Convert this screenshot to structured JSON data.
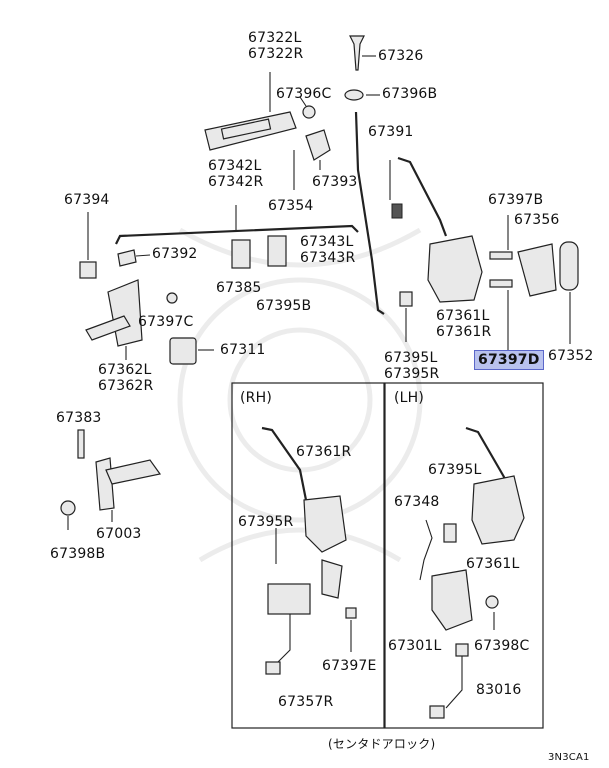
{
  "labels": {
    "p67322": "67322L\n67322R",
    "p67326": "67326",
    "p67396c": "67396C",
    "p67396b": "67396B",
    "p67391": "67391",
    "p67342": "67342L\n67342R",
    "p67393": "67393",
    "p67394": "67394",
    "p67354": "67354",
    "p67397b": "67397B",
    "p67356": "67356",
    "p67392": "67392",
    "p67343": "67343L\n67343R",
    "p67385": "67385",
    "p67395b": "67395B",
    "p67361_top": "67361L\n67361R",
    "p67397c": "67397C",
    "p67397d": "67397D",
    "p67352": "67352",
    "p67311": "67311",
    "p67362": "67362L\n67362R",
    "p67395_lr": "67395L\n67395R",
    "p67383": "67383",
    "p67003": "67003",
    "p67398b": "67398B",
    "rh_361r": "67361R",
    "rh_395r": "67395R",
    "rh_397e": "67397E",
    "rh_357r": "67357R",
    "lh_395l": "67395L",
    "lh_348": "67348",
    "lh_361l": "67361L",
    "lh_301l": "67301L",
    "lh_398c": "67398C",
    "lh_83016": "83016"
  },
  "panels": {
    "rh": "(RH)",
    "lh": "(LH)"
  },
  "caption": "(センタドアロック)",
  "code": "3N3CA1",
  "colors": {
    "highlight": "#b9c2ee",
    "highlight_border": "#5b67c9",
    "ink": "#222222"
  }
}
